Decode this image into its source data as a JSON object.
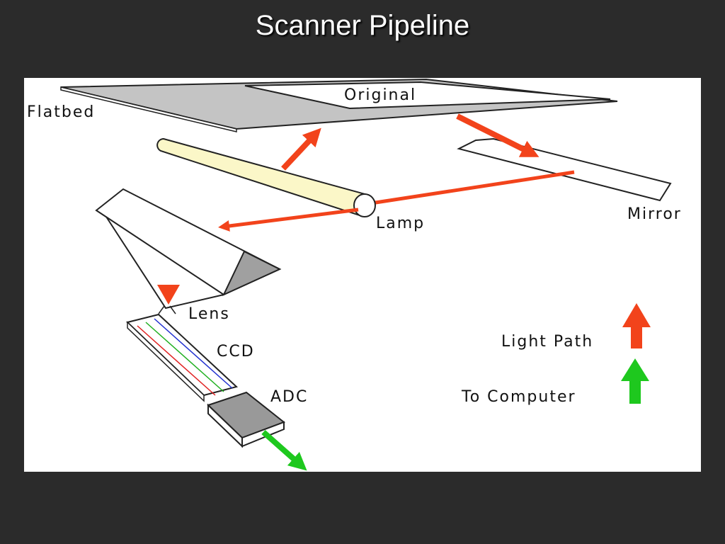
{
  "slide": {
    "title": "Scanner Pipeline",
    "background_color": "#2b2b2b",
    "title_color": "#ffffff"
  },
  "diagram": {
    "background_color": "#ffffff",
    "light_path_color": "#f2431b",
    "data_path_color": "#1ec81e",
    "lamp_color": "#fbf7c8",
    "labels": {
      "flatbed": "Flatbed",
      "original": "Original",
      "lamp": "Lamp",
      "mirror": "Mirror",
      "lens": "Lens",
      "ccd": "CCD",
      "adc": "ADC"
    },
    "legend": [
      {
        "label": "Light Path",
        "color": "#f2431b",
        "icon": "red-arrow-up-icon"
      },
      {
        "label": "To Computer",
        "color": "#1ec81e",
        "icon": "green-arrow-up-icon"
      }
    ]
  }
}
